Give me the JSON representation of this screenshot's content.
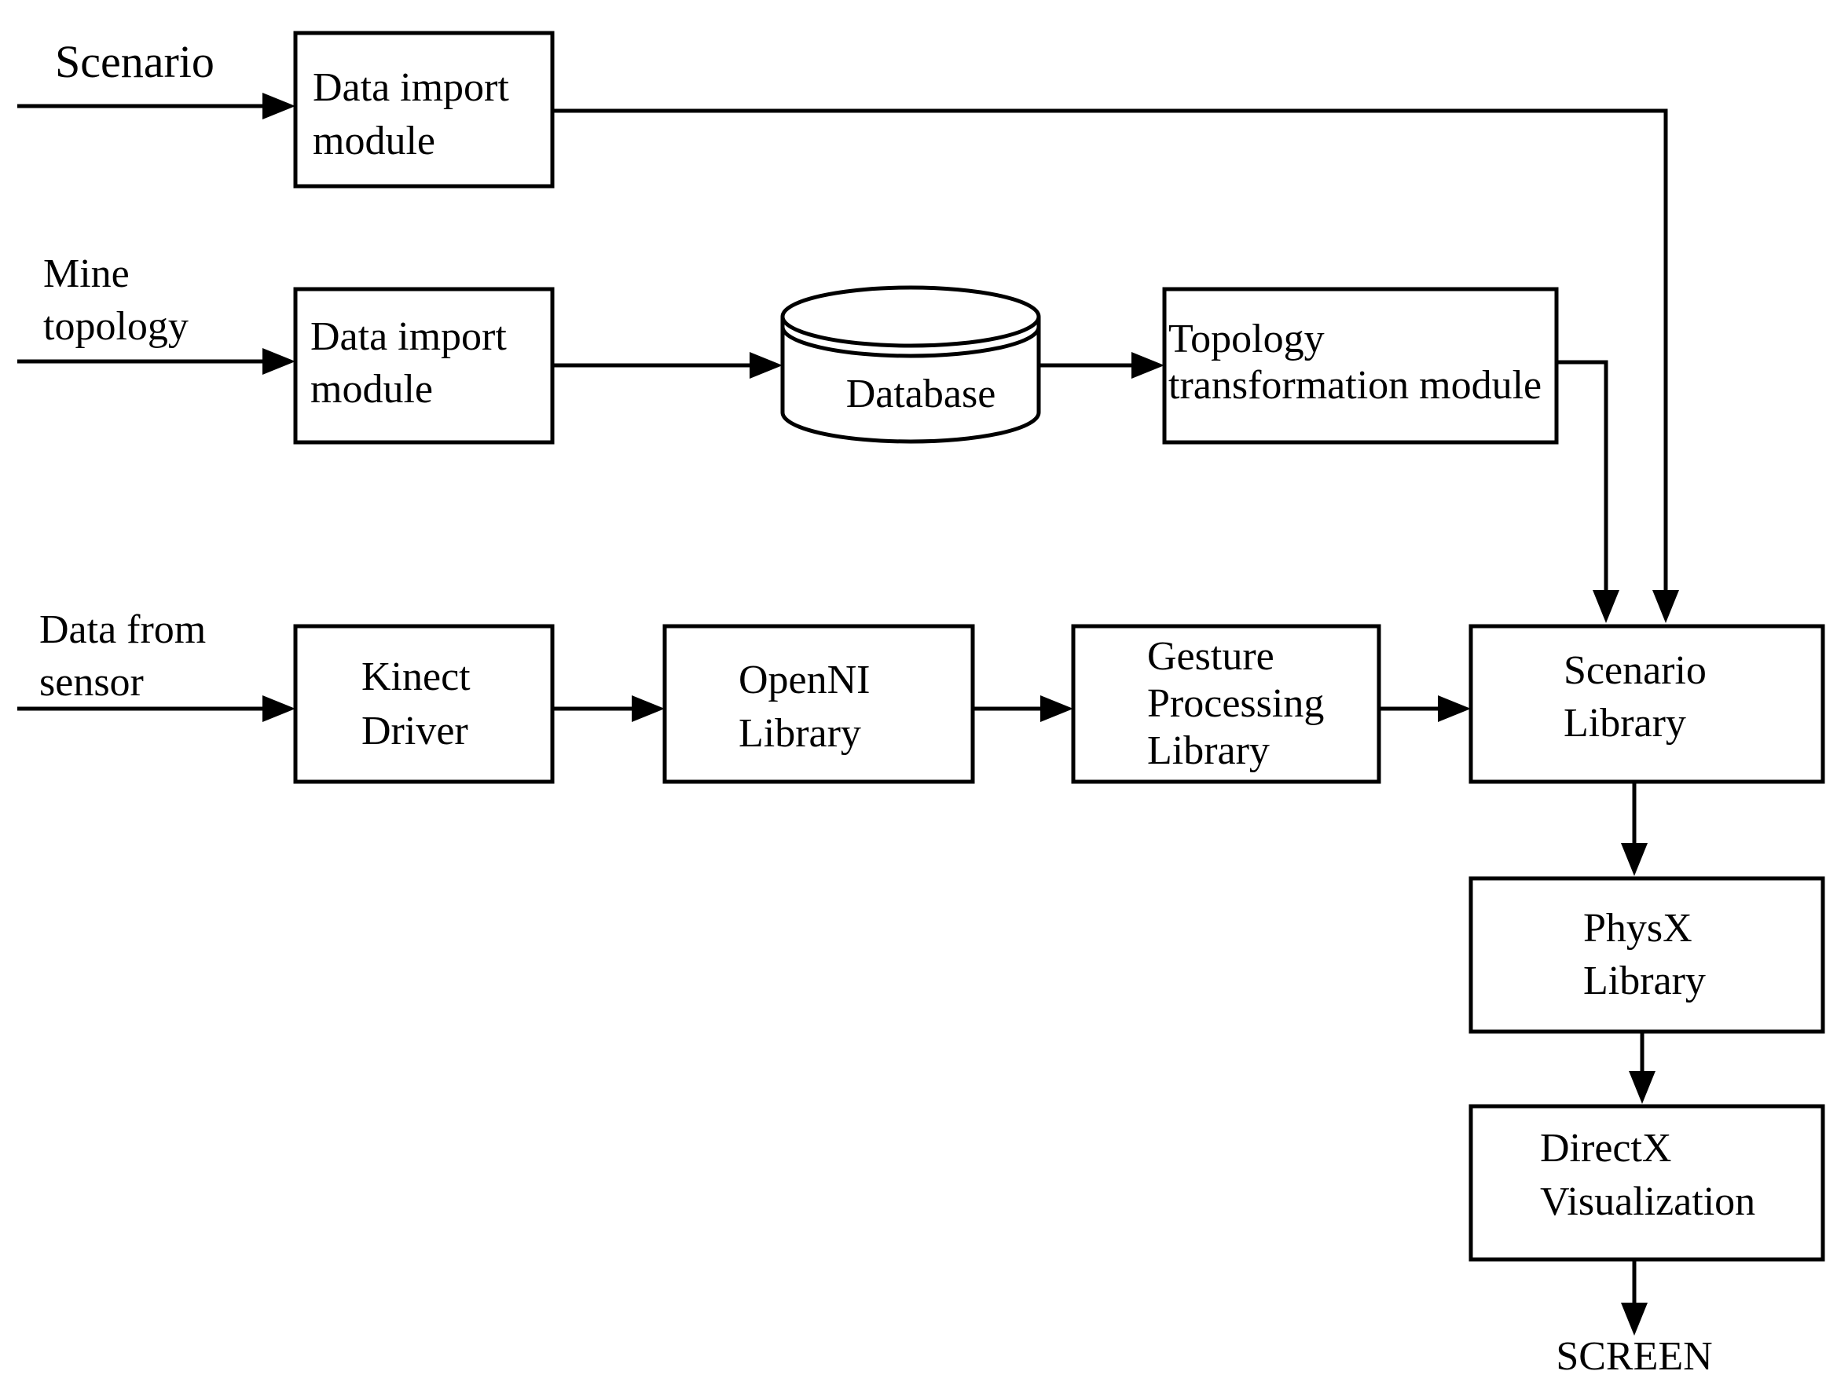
{
  "inputs": {
    "scenario": "Scenario",
    "mine_topology": [
      "Mine",
      "topology"
    ],
    "sensor": [
      "Data from",
      "sensor"
    ]
  },
  "nodes": {
    "data_import_1": [
      "Data import",
      "module"
    ],
    "data_import_2": [
      "Data import",
      "module"
    ],
    "database": "Database",
    "topology_transform": [
      "Topology",
      "transformation module"
    ],
    "kinect_driver": [
      "Kinect",
      "Driver"
    ],
    "openni_library": [
      "OpenNI",
      "Library"
    ],
    "gesture_library": [
      "Gesture",
      "Processing",
      "Library"
    ],
    "scenario_library": [
      "Scenario",
      "Library"
    ],
    "physx_library": [
      "PhysX",
      "Library"
    ],
    "directx_visualization": [
      "DirectX",
      "Visualization"
    ]
  },
  "output": "SCREEN",
  "colors": {
    "stroke": "#000000",
    "background": "#ffffff"
  }
}
